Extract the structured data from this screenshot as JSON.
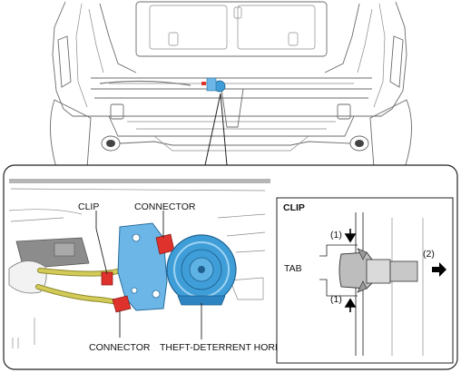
{
  "callouts": {
    "clip": "CLIP",
    "connector_top": "CONNECTOR",
    "connector_bottom": "CONNECTOR",
    "horn": "THEFT-DETERRENT HORN"
  },
  "clip_detail": {
    "title": "CLIP",
    "tab": "TAB",
    "step1_top": "(1)",
    "step1_bottom": "(1)",
    "step2": "(2)"
  },
  "colors": {
    "horn_blue": "#3f9ed8",
    "bracket_blue": "#6bb6e6",
    "connector_red": "#e0322c",
    "harness_yellow": "#c9c24a"
  }
}
